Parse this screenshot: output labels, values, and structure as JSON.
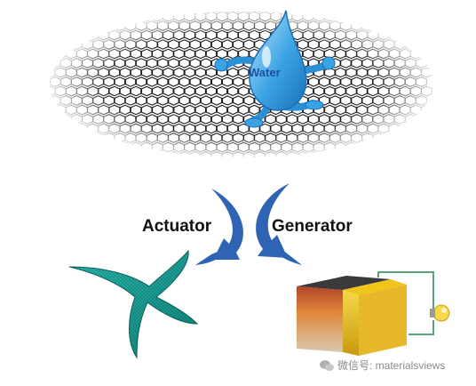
{
  "drop_label": "Water",
  "actuator_label": "Actuator",
  "generator_label": "Generator",
  "watermark": "微信号: materialsviews",
  "colors": {
    "graphene_line": "#1a1a1a",
    "water_drop": "#3aa3e3",
    "water_text": "#1f4fa0",
    "arrow_blue": "#2f64b4",
    "actuator_teal": "#1aa49c",
    "generator_orange": "#e0883a",
    "generator_top": "#3a3a3a",
    "electrode_yellow": "#f0c419",
    "wire_green": "#5aa37a",
    "bulb_yellow": "#f7d84a"
  },
  "icons": [
    "water-drop-icon",
    "light-bulb-icon",
    "wechat-icon"
  ]
}
